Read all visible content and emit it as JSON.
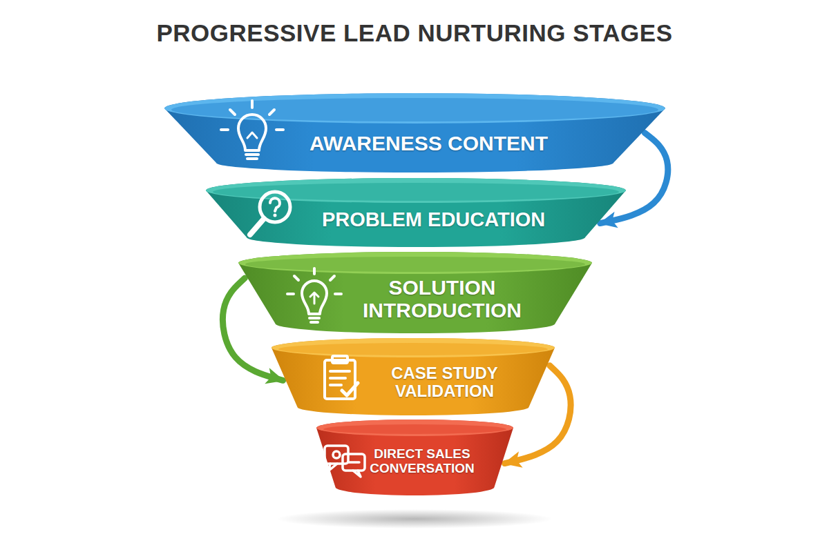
{
  "diagram": {
    "title": "PROGRESSIVE LEAD NURTURING STAGES",
    "nodes": [
      {
        "text": [
          "AWARENESS CONTENT"
        ]
      },
      {
        "text": [
          "PROBLEM EDUCATION"
        ]
      },
      {
        "text": [
          "SOLUTION INTRODUCTION"
        ]
      },
      {
        "text": [
          "CASE STUDY VALIDATION"
        ]
      },
      {
        "text": [
          "DIRECT SALES CONVERSATION"
        ]
      }
    ],
    "edges": [
      {
        "from": 0,
        "to": 1,
        "arrow": "to"
      },
      {
        "from": 2,
        "to": 3,
        "arrow": "to"
      },
      {
        "from": 3,
        "to": 4,
        "arrow": "to"
      }
    ]
  }
}
